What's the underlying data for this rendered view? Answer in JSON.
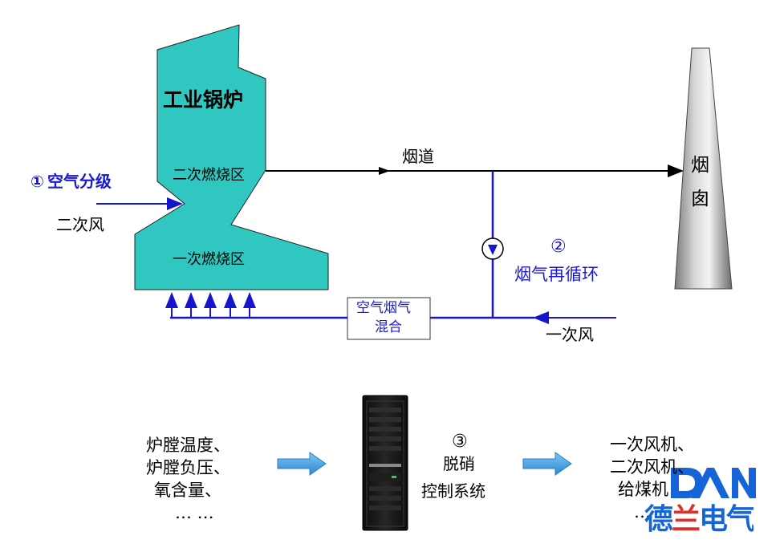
{
  "boiler": {
    "title": "工业锅炉",
    "secondary_zone": "二次燃烧区",
    "primary_zone": "一次燃烧区"
  },
  "flue": {
    "label": "烟道"
  },
  "chimney": {
    "char1": "烟",
    "char2": "囱"
  },
  "air_staging": {
    "marker": "①",
    "label": "空气分级",
    "air_label": "二次风"
  },
  "fgr": {
    "marker": "②",
    "label": "烟气再循环"
  },
  "mixing_box": {
    "line1": "空气烟气",
    "line2": "混合"
  },
  "primary_air": {
    "label": "一次风"
  },
  "inputs": {
    "lines": [
      "炉膛温度、",
      "炉膛负压、",
      "氧含量、",
      "… …"
    ]
  },
  "control": {
    "marker": "③",
    "line1": "脱硝",
    "line2": "控制系统"
  },
  "outputs": {
    "lines": [
      "一次风机、",
      "二次风机、",
      "给煤机",
      "…"
    ]
  },
  "logo": {
    "letters": "DAN",
    "text": "德兰电气"
  },
  "colors": {
    "boiler_fill": "#2fc7c0",
    "blue_line": "#1515cc",
    "arrow_fill": "#3aa0e0",
    "logo_blue": "#1565d8",
    "logo_red": "#e0302a"
  }
}
